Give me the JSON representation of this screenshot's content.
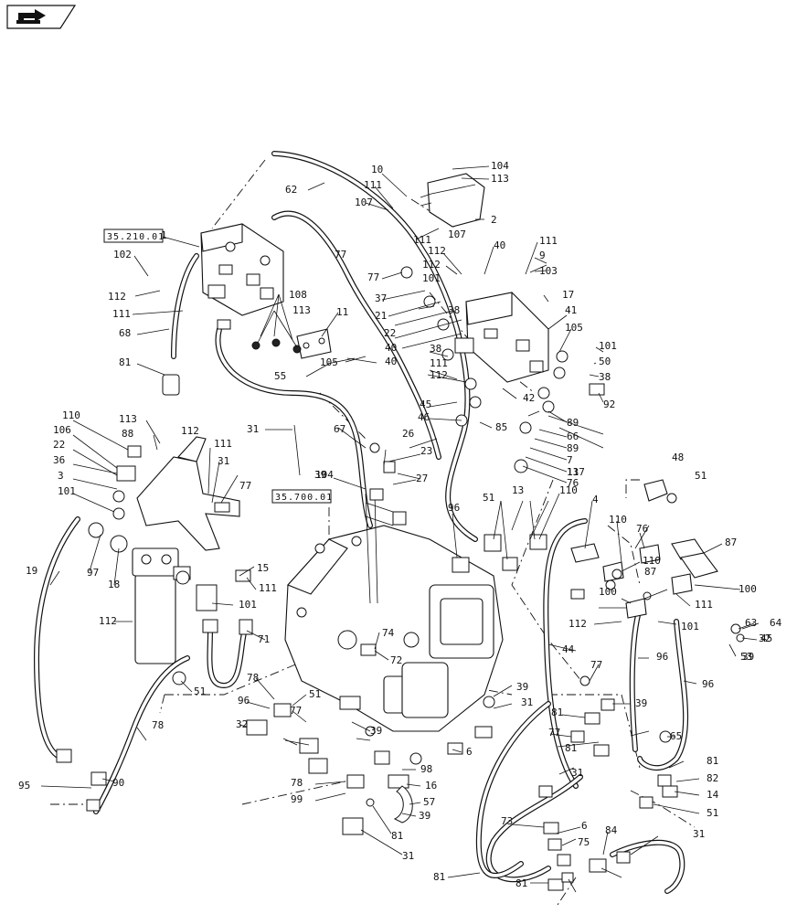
{
  "nav": {
    "icon": "back-arrow-icon"
  },
  "refs": [
    "35.210.01",
    "35.700.01"
  ],
  "callouts": [
    "104",
    "113",
    "10",
    "111",
    "107",
    "2",
    "62",
    "111",
    "107",
    "111",
    "40",
    "9",
    "103",
    "112",
    "112",
    "101",
    "77",
    "37",
    "21",
    "38",
    "17",
    "1",
    "102",
    "112",
    "111",
    "68",
    "108",
    "113",
    "11",
    "22",
    "40",
    "40",
    "41",
    "105",
    "105",
    "55",
    "38",
    "111",
    "112",
    "101",
    "50",
    "38",
    "81",
    "45",
    "46",
    "85",
    "42",
    "92",
    "89",
    "66",
    "89",
    "77",
    "7",
    "67",
    "117",
    "31",
    "26",
    "104",
    "110",
    "113",
    "106",
    "88",
    "22",
    "36",
    "3",
    "101",
    "112",
    "111",
    "31",
    "77",
    "39",
    "23",
    "27",
    "13",
    "76",
    "48",
    "51",
    "96",
    "51",
    "13",
    "110",
    "4",
    "110",
    "76",
    "87",
    "87",
    "110",
    "100",
    "100",
    "111",
    "112",
    "101",
    "64",
    "45",
    "53",
    "19",
    "97",
    "18",
    "15",
    "111",
    "112",
    "101",
    "63",
    "32",
    "39",
    "71",
    "74",
    "72",
    "44",
    "96",
    "96",
    "51",
    "78",
    "51",
    "96",
    "77",
    "39",
    "77",
    "39",
    "81",
    "31",
    "39",
    "65",
    "78",
    "32",
    "6",
    "81",
    "77",
    "81",
    "31",
    "82",
    "14",
    "51",
    "95",
    "90",
    "78",
    "98",
    "16",
    "99",
    "57",
    "39",
    "81",
    "31",
    "73",
    "6",
    "75",
    "31",
    "84",
    "81",
    "81"
  ]
}
